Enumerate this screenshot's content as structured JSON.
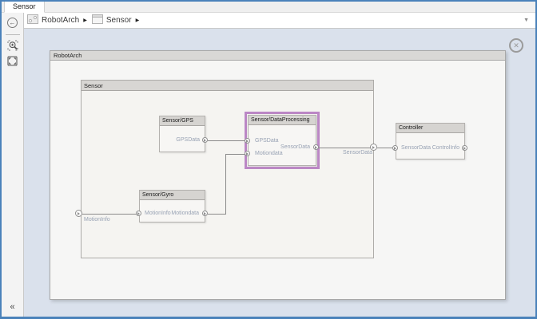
{
  "tab": {
    "label": "Sensor"
  },
  "breadcrumb": {
    "items": [
      {
        "label": "RobotArch"
      },
      {
        "label": "Sensor"
      }
    ],
    "separator": "▶",
    "dropdown_glyph": "▼"
  },
  "side_toolbar": {
    "back_glyph": "←",
    "collapse_glyph": "«"
  },
  "close_glyph": "✕",
  "diagram": {
    "root": {
      "title": "RobotArch"
    },
    "container": {
      "title": "Sensor"
    },
    "boundary_ports": {
      "input": "MotionInfo",
      "output": "SensorData"
    },
    "connection_label": "SensorData",
    "blocks": {
      "gps": {
        "title": "Sensor/GPS",
        "out": "GPSData"
      },
      "dataprocessing": {
        "title": "Sensor/DataProcessing",
        "in_gps": "GPSData",
        "in_motion": "Motiondata",
        "out": "SensorData"
      },
      "gyro": {
        "title": "Sensor/Gyro",
        "in": "MotionInfo",
        "out": "Motiondata"
      },
      "controller": {
        "title": "Controller",
        "in": "SensorData",
        "out": "ControlInfo"
      }
    },
    "colors": {
      "selection": "#bb87c5",
      "canvas": "#dae1ec",
      "window_border": "#4a82ba",
      "port_label": "#98a2b4"
    }
  }
}
